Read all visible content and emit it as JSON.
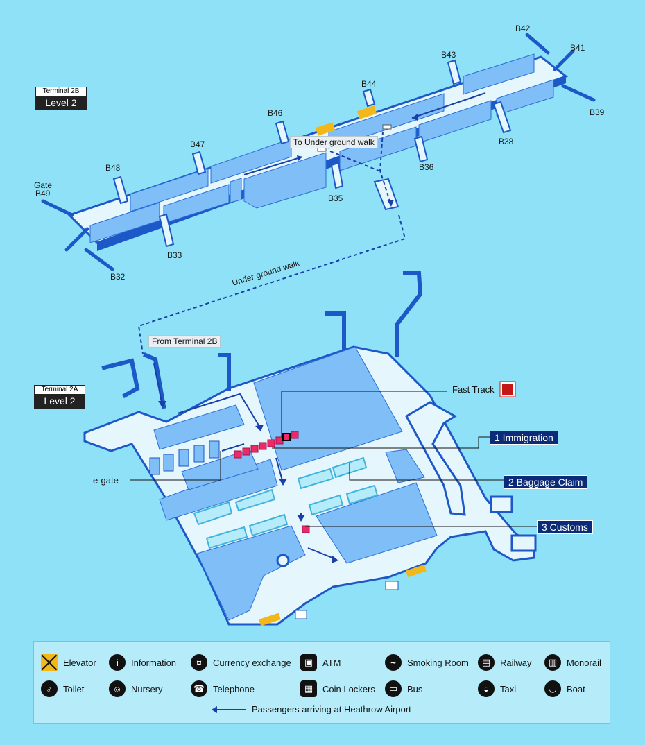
{
  "terminal_2b": {
    "terminal": "Terminal 2B",
    "level": "Level 2"
  },
  "terminal_2a": {
    "terminal": "Terminal 2A",
    "level": "Level 2"
  },
  "gates": {
    "b42": "B42",
    "b41": "B41",
    "b43": "B43",
    "b39": "B39",
    "b44": "B44",
    "b38": "B38",
    "b46": "B46",
    "b36": "B36",
    "b47": "B47",
    "b35": "B35",
    "b48": "B48",
    "gate_word": "Gate",
    "b49": "B49",
    "b33": "B33",
    "b32": "B32"
  },
  "labels": {
    "to_underground": "To Under ground walk",
    "underground_walk": "Under ground walk",
    "from_2b": "From Terminal 2B",
    "fast_track": "Fast Track",
    "egate": "e-gate"
  },
  "callouts": {
    "immigration": "1 Immigration",
    "baggage": "2 Baggage Claim",
    "customs": "3 Customs"
  },
  "legend": {
    "elevator": "Elevator",
    "information": "Information",
    "currency": "Currency exchange",
    "atm": "ATM",
    "smoking": "Smoking Room",
    "railway": "Railway",
    "monorail": "Monorail",
    "toilet": "Toilet",
    "nursery": "Nursery",
    "telephone": "Telephone",
    "lockers": "Coin Lockers",
    "bus": "Bus",
    "taxi": "Taxi",
    "boat": "Boat",
    "arriving": "Passengers arriving at Heathrow Airport"
  },
  "colors": {
    "background": "#8fe1f8",
    "floor": "#e6f6fd",
    "wall": "#1c58c8",
    "room": "#7fbef6",
    "route": "#1a3fa8",
    "callout": "#0b2a78",
    "counter": "#ec2a6a"
  }
}
